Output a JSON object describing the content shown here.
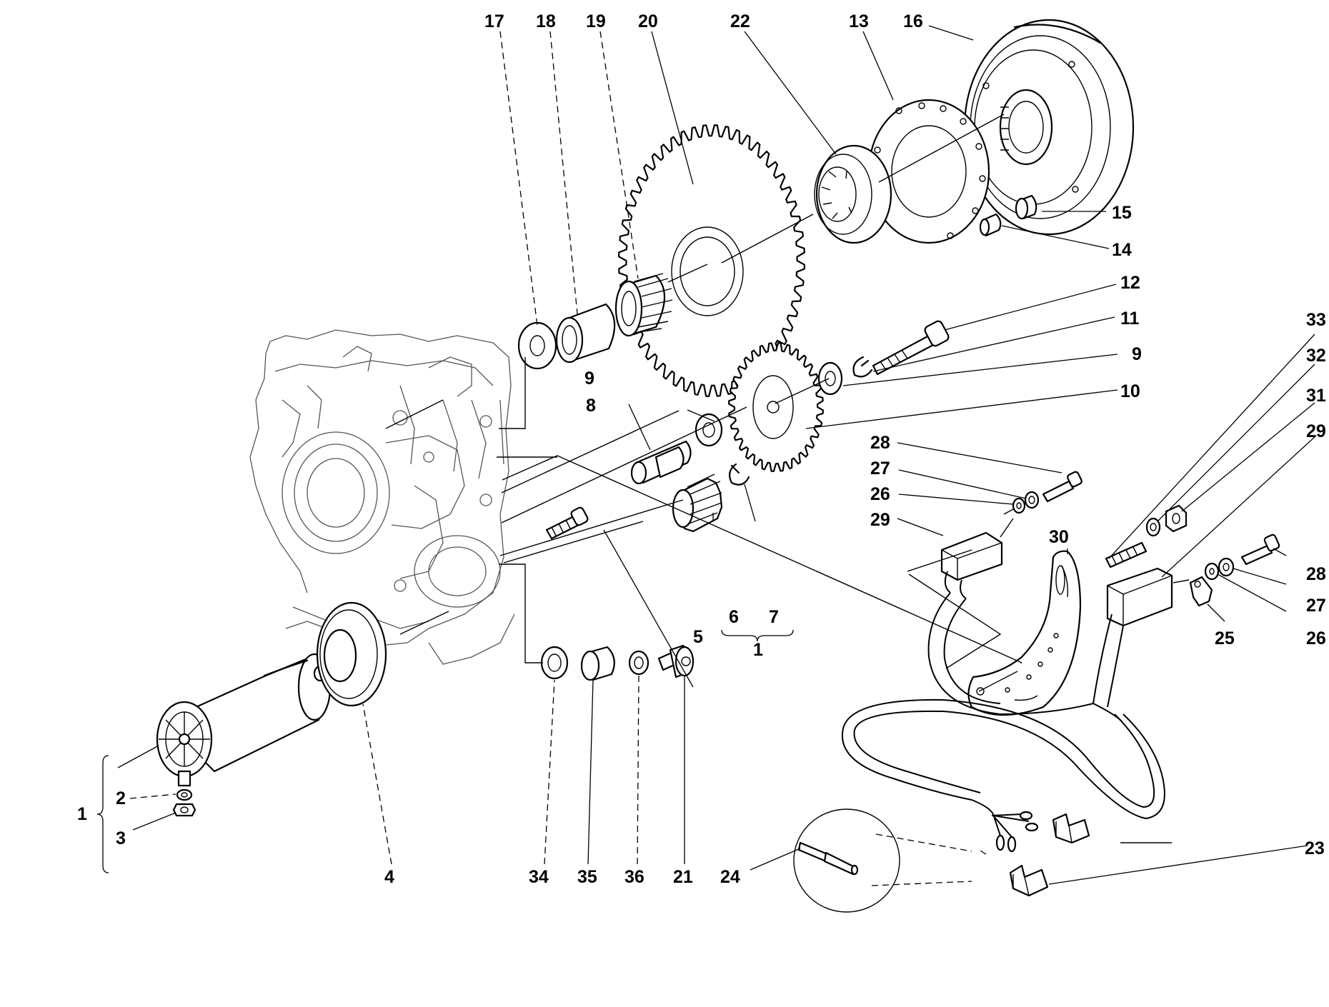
{
  "labels": {
    "l17": "17",
    "l18": "18",
    "l19": "19",
    "l20": "20",
    "l22": "22",
    "l13": "13",
    "l16": "16",
    "l15": "15",
    "l14": "14",
    "l12": "12",
    "l11": "11",
    "l9a": "9",
    "l10": "10",
    "l9b": "9",
    "l8": "8",
    "l33": "33",
    "l32": "32",
    "l31": "31",
    "l29a": "29",
    "l28a": "28",
    "l27a": "27",
    "l26a": "26",
    "l29b": "29",
    "l30": "30",
    "l28b": "28",
    "l27b": "27",
    "l26b": "26",
    "l25": "25",
    "l5": "5",
    "l6": "6",
    "l7": "7",
    "l1a": "1",
    "l1b": "1",
    "l2": "2",
    "l3": "3",
    "l4": "4",
    "l34": "34",
    "l35": "35",
    "l36": "36",
    "l21": "21",
    "l24": "24",
    "l23": "23"
  }
}
